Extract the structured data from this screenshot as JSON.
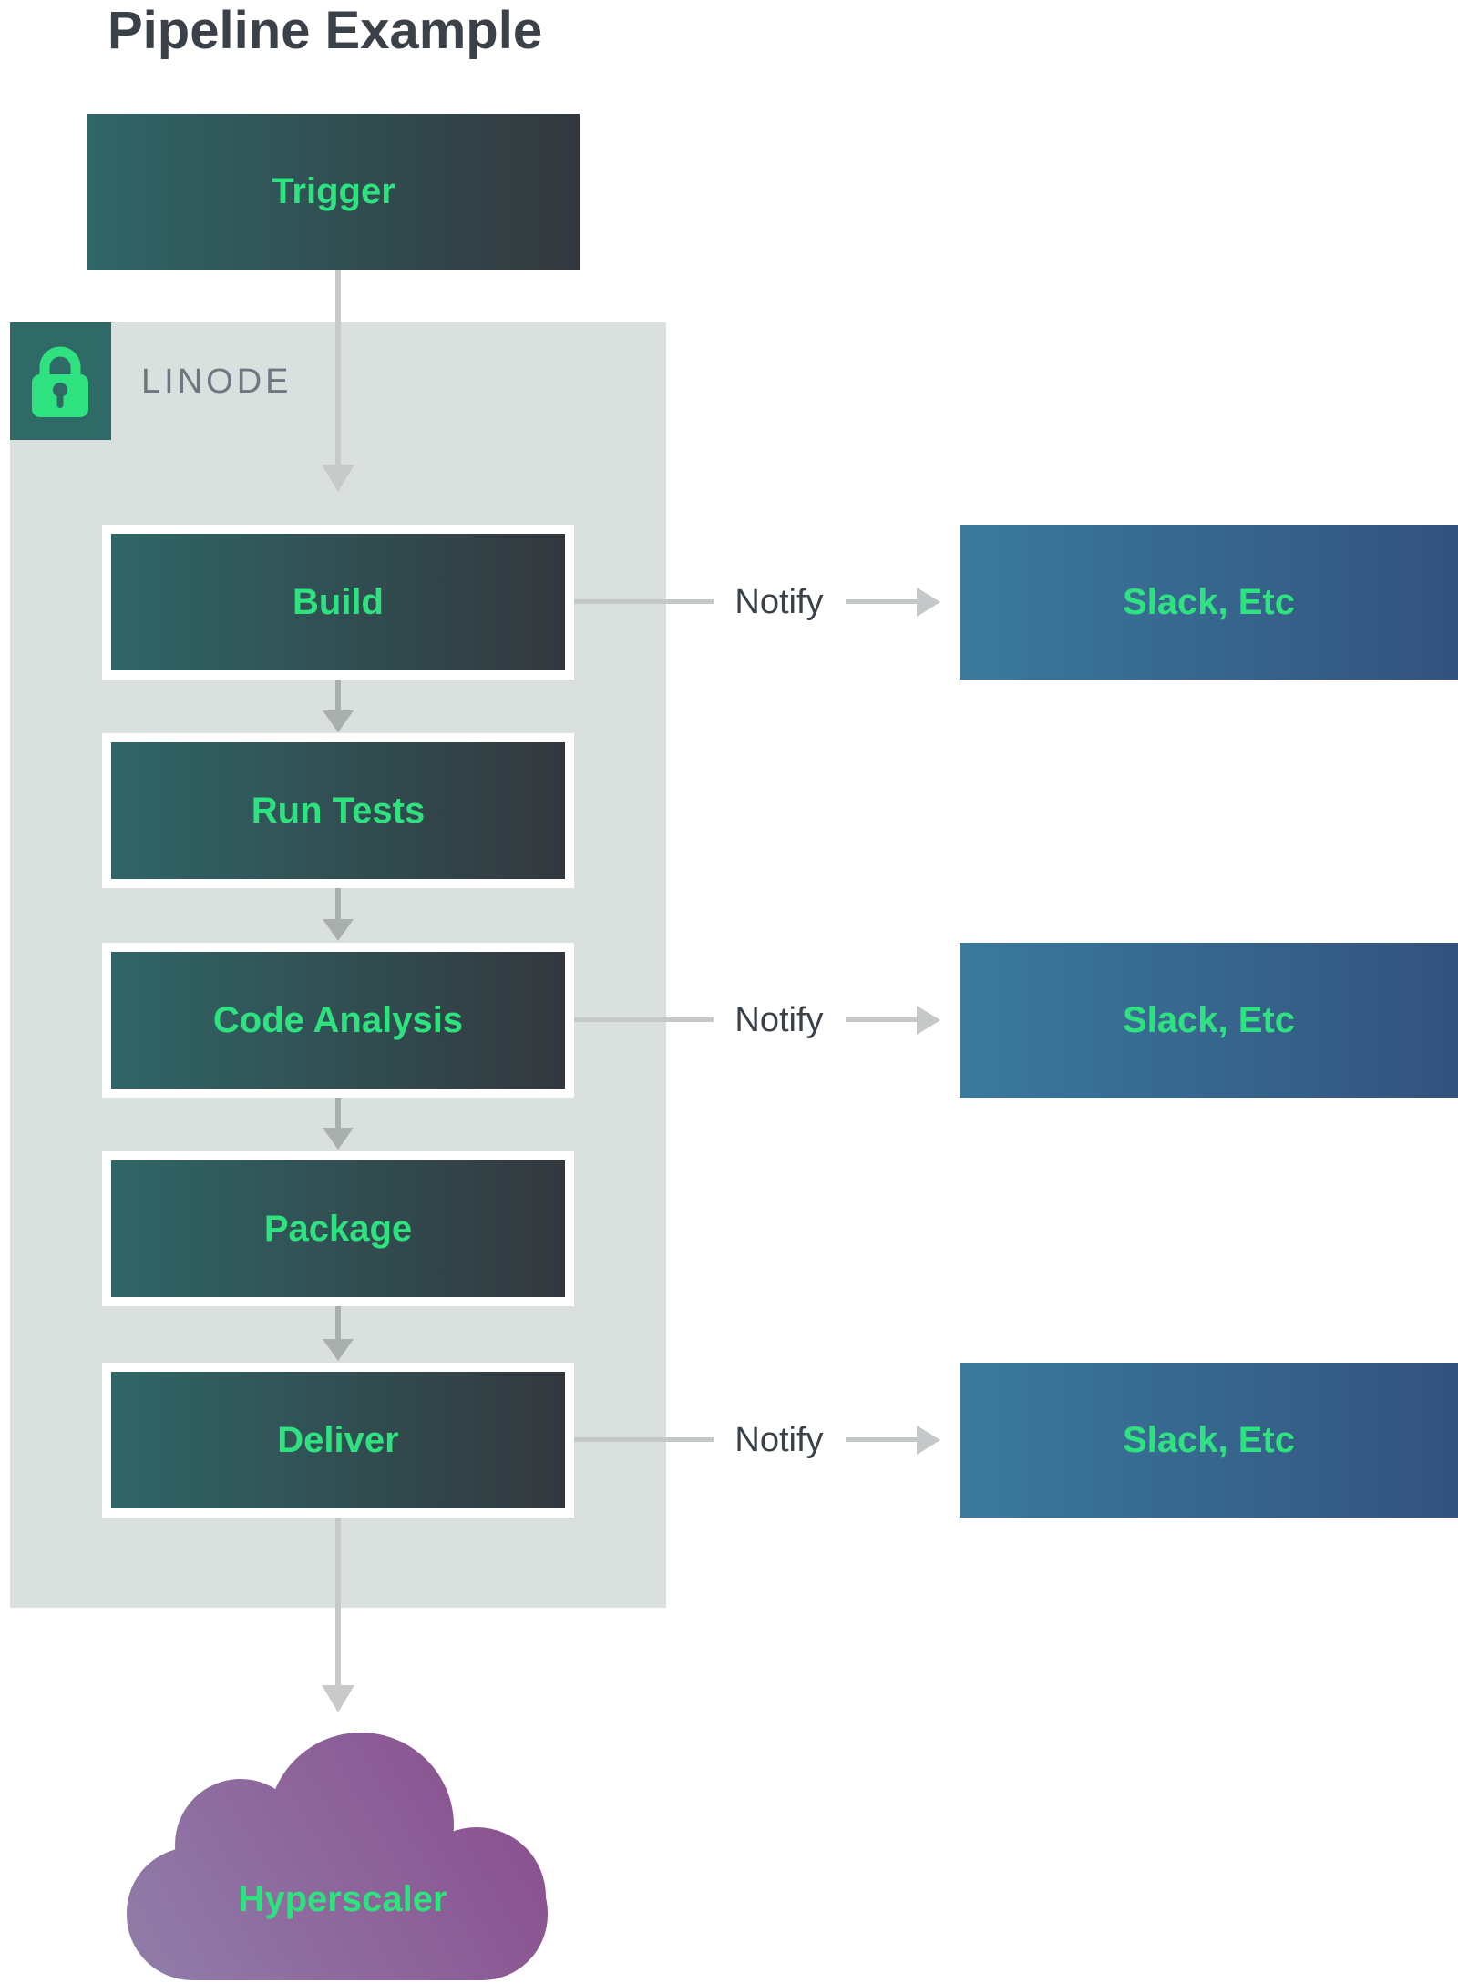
{
  "title": "Pipeline Example",
  "trigger": {
    "label": "Trigger"
  },
  "linode": {
    "label": "LINODE",
    "lock_icon": "lock-icon"
  },
  "steps": [
    {
      "label": "Build"
    },
    {
      "label": "Run Tests"
    },
    {
      "label": "Code Analysis"
    },
    {
      "label": "Package"
    },
    {
      "label": "Deliver"
    }
  ],
  "notify": {
    "label": "Notify",
    "target": "Slack, Etc",
    "from_steps": [
      "Build",
      "Code Analysis",
      "Deliver"
    ]
  },
  "cloud": {
    "label": "Hyperscaler"
  },
  "colors": {
    "green_text": "#2ee37f",
    "node_gradient_start": "#306667",
    "node_gradient_end": "#32383e",
    "slack_gradient_start": "#3a7a9d",
    "slack_gradient_end": "#33527e",
    "cloud_gradient_start": "#907ca8",
    "cloud_gradient_end": "#8a4e8e",
    "container_bg": "#d9e0de",
    "lock_square_bg": "#2f6a66",
    "connector_light": "#c5c8c8",
    "connector_dark": "#a9aeae",
    "text_dark": "#3b4148",
    "linode_text": "#6e7881"
  }
}
